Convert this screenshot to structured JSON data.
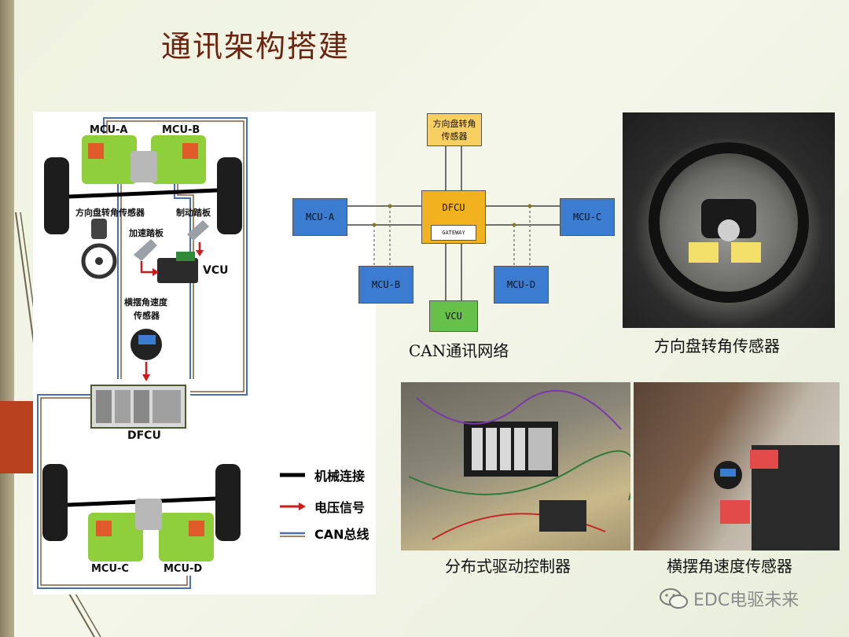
{
  "title": "通讯架构搭建",
  "left_diagram": {
    "labels": {
      "mcu_a": "MCU-A",
      "mcu_b": "MCU-B",
      "mcu_c": "MCU-C",
      "mcu_d": "MCU-D",
      "steering_sensor": "方向盘转角传感器",
      "accel_pedal": "加速踏板",
      "brake_pedal": "制动踏板",
      "vcu": "VCU",
      "yaw_sensor_line1": "横摆角速度",
      "yaw_sensor_line2": "传感器",
      "dfcu": "DFCU"
    },
    "legend": [
      {
        "label": "机械连接",
        "style": "mechanical",
        "color": "#000000"
      },
      {
        "label": "电压信号",
        "style": "voltage",
        "color": "#cc1b1b"
      },
      {
        "label": "CAN总线",
        "style": "can",
        "color": "#4a6fb0"
      }
    ]
  },
  "can_network": {
    "caption": "CAN通讯网络",
    "nodes": {
      "steering_line1": "方向盘转角",
      "steering_line2": "传感器",
      "dfcu": "DFCU",
      "gateway": "GATEWAY",
      "mcu_a": "MCU-A",
      "mcu_b": "MCU-B",
      "mcu_c": "MCU-C",
      "mcu_d": "MCU-D",
      "vcu": "VCU"
    }
  },
  "photos": {
    "steering_sensor": "方向盘转角传感器",
    "controller": "分布式驱动控制器",
    "yaw_sensor": "横摆角速度传感器"
  },
  "watermark": "EDC电驱未来",
  "colors": {
    "title": "#6b2410",
    "mcu_box": "#3b7bd0",
    "dfcu_box": "#f2b11f",
    "sensor_box": "#f7cf63",
    "vcu_box": "#66c04a",
    "accent": "#b8401c"
  }
}
